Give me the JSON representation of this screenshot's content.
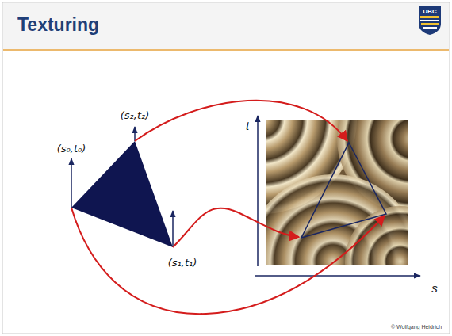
{
  "diagram": {
    "title": "Texturing",
    "labels": [
      "UBC",
      "(s₂,t₂)",
      "(s₀,t₀)",
      "t",
      "(s₁,t₁)",
      "s",
      "© Wolfgang Heidrich"
    ]
  }
}
